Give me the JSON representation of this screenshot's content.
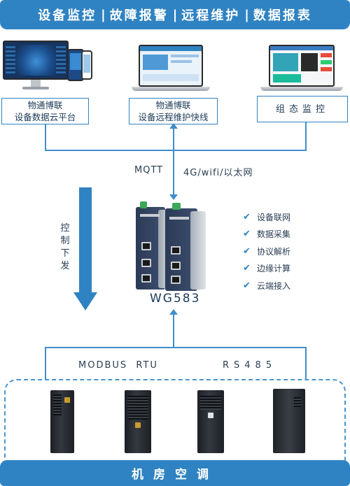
{
  "header": {
    "items": [
      "设备监控",
      "故障报警",
      "远程维护",
      "数据报表"
    ],
    "separator": "|"
  },
  "platforms": [
    {
      "line1": "物通博联",
      "line2": "设备数据云平台"
    },
    {
      "line1": "物通博联",
      "line2": "设备远程维护快线"
    },
    {
      "line1": "组态监控",
      "line2": ""
    }
  ],
  "protocols": {
    "mqtt": "MQTT",
    "network": "4G/wifi/以太网",
    "modbus": "MODBUS  RTU",
    "rs485": "RS485"
  },
  "control": {
    "label_chars": [
      "控",
      "制",
      "下",
      "发"
    ]
  },
  "gateway": {
    "model": "WG583"
  },
  "features": [
    "设备联网",
    "数据采集",
    "协议解析",
    "边缘计算",
    "云端接入"
  ],
  "footer": {
    "title": "机房空调"
  },
  "colors": {
    "primary": "#2f83c2",
    "line": "#3f8ecb",
    "text": "#1d3a57"
  },
  "icons": {
    "check": "✔",
    "arrow": "down-arrow"
  }
}
